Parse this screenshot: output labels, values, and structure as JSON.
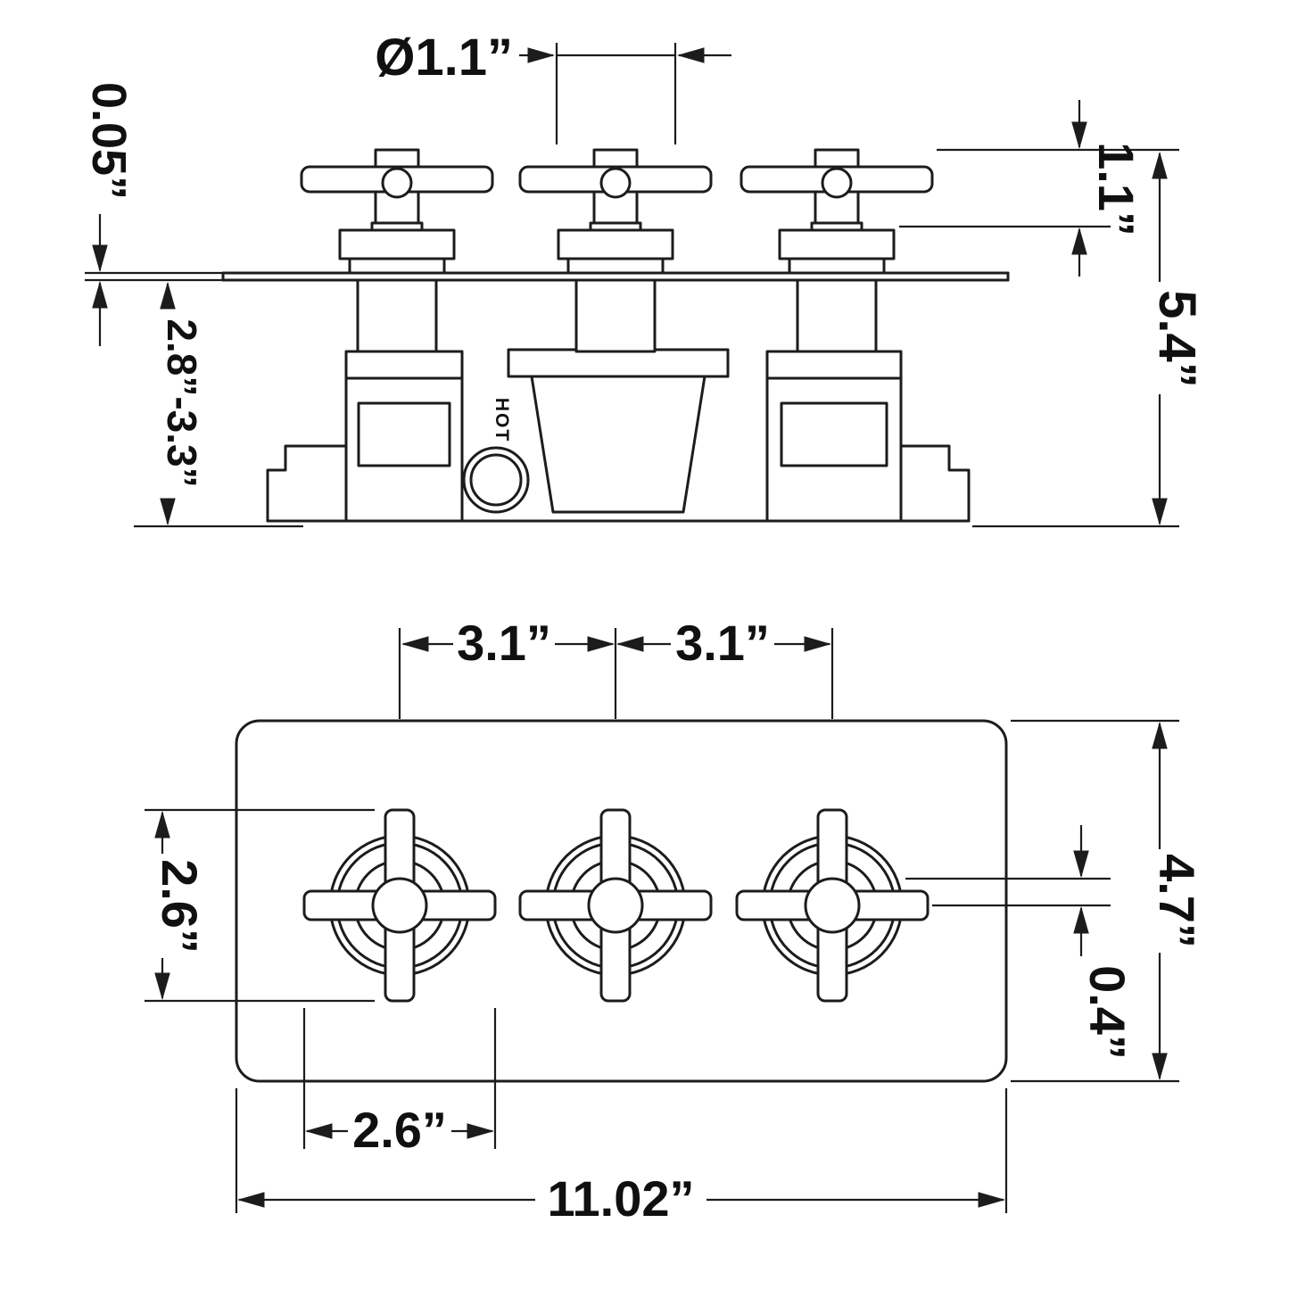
{
  "drawing": {
    "hot_label": "HOT",
    "side_view": {
      "handle_diameter": "Ø1.1”",
      "plate_thickness": "0.05”",
      "handle_height": "1.1”",
      "overall_height": "5.4”",
      "install_depth_range": "2.8”-3.3”"
    },
    "front_view": {
      "handle_spacing_left": "3.1”",
      "handle_spacing_right": "3.1”",
      "handle_span_vertical": "2.6”",
      "plate_height": "4.7”",
      "knob_offset": "0.4”",
      "handle_span_horizontal": "2.6”",
      "plate_width": "11.02”"
    }
  }
}
